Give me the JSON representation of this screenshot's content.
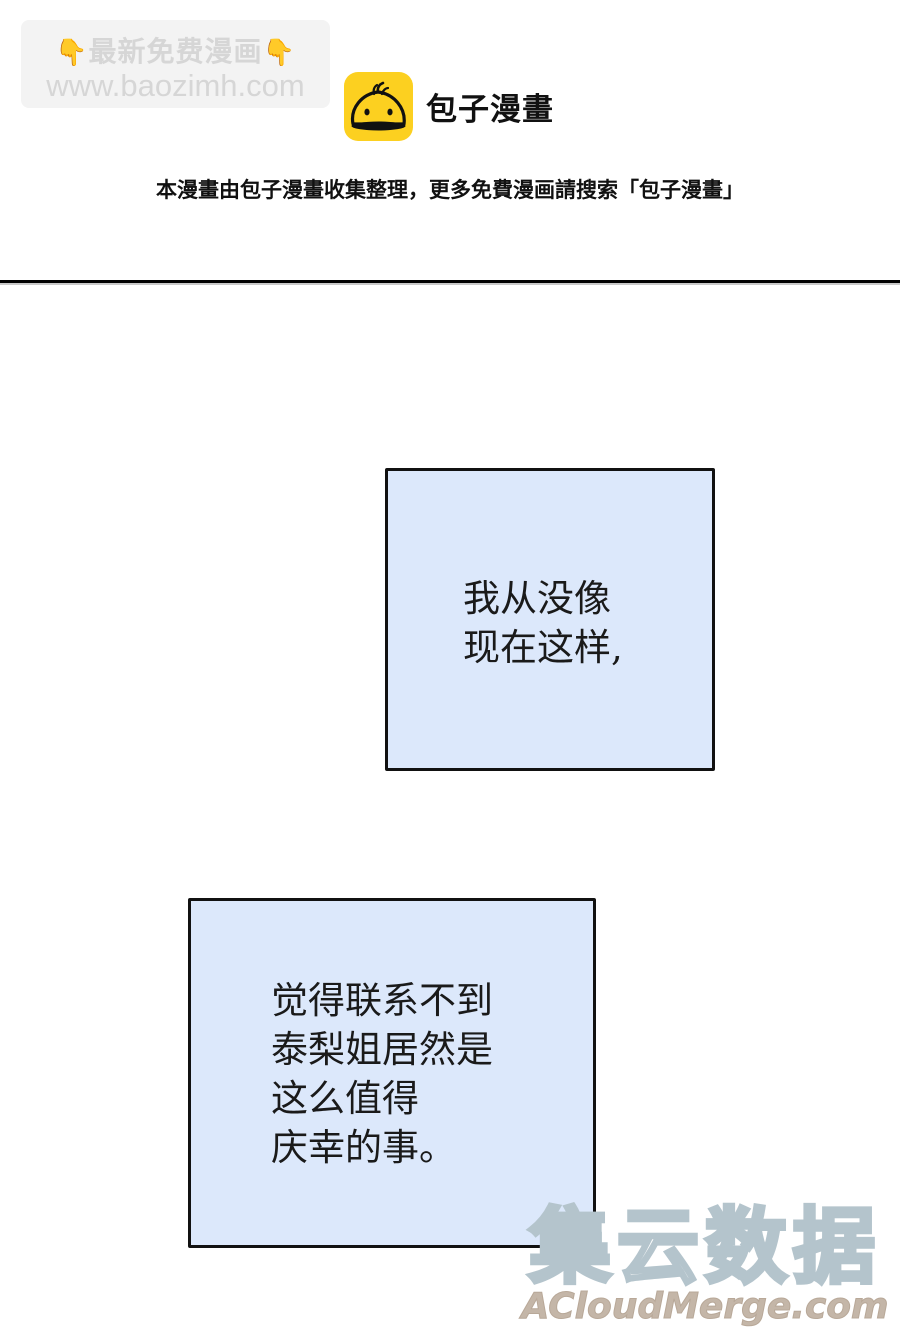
{
  "promo": {
    "line1": "最新免费漫画",
    "hand_icon": "👇",
    "line2": "www.baozimh.com"
  },
  "brand": {
    "logo_icon": "baozi-bun-logo",
    "name": "包子漫畫"
  },
  "notice": "本漫畫由包子漫畫收集整理，更多免費漫画請搜索「包子漫畫」",
  "panels": [
    {
      "text": "我从没像\n现在这样,"
    },
    {
      "text": "觉得联系不到\n泰梨姐居然是\n这么值得\n庆幸的事。"
    }
  ],
  "colors": {
    "panel_fill": "#dce8fb",
    "panel_border": "#111111",
    "logo_yellow": "#fcd020"
  },
  "watermark": {
    "cn": "集云数据",
    "en": "ACloudMerge.com"
  }
}
